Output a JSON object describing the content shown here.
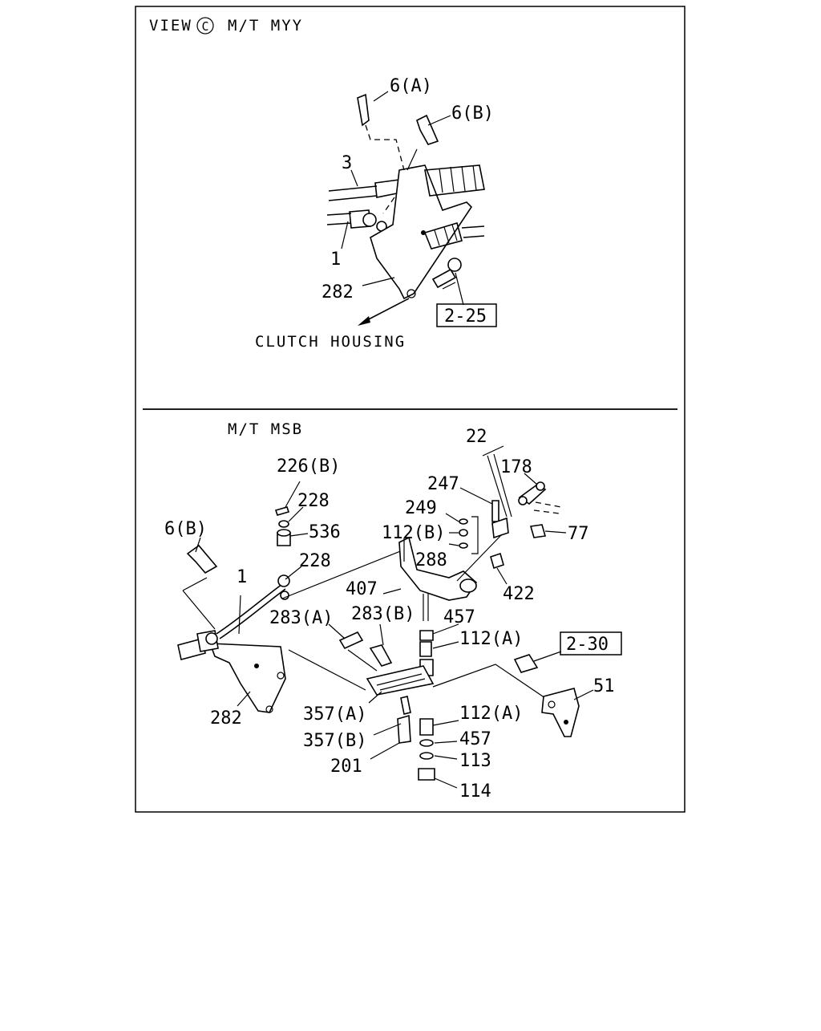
{
  "top_view": {
    "title_prefix": "VIEW",
    "title_circled": "C",
    "title_suffix": "M/T MYY",
    "labels": {
      "p6a": "6(A)",
      "p6b": "6(B)",
      "p3": "3",
      "p1": "1",
      "p282": "282",
      "ref": "2-25",
      "clutch": "CLUTCH HOUSING"
    }
  },
  "bottom_view": {
    "title": "M/T MSB",
    "labels": {
      "p22": "22",
      "p178": "178",
      "p226b": "226(B)",
      "p247": "247",
      "p228a": "228",
      "p249": "249",
      "p6b": "6(B)",
      "p536": "536",
      "p112b": "112(B)",
      "p77": "77",
      "p288": "288",
      "p228b": "228",
      "p1": "1",
      "p407": "407",
      "p422": "422",
      "p283a": "283(A)",
      "p283b": "283(B)",
      "p457a": "457",
      "p112a1": "112(A)",
      "ref": "2-30",
      "p51": "51",
      "p282": "282",
      "p357a": "357(A)",
      "p112a2": "112(A)",
      "p357b": "357(B)",
      "p457b": "457",
      "p201": "201",
      "p113": "113",
      "p114": "114"
    }
  }
}
